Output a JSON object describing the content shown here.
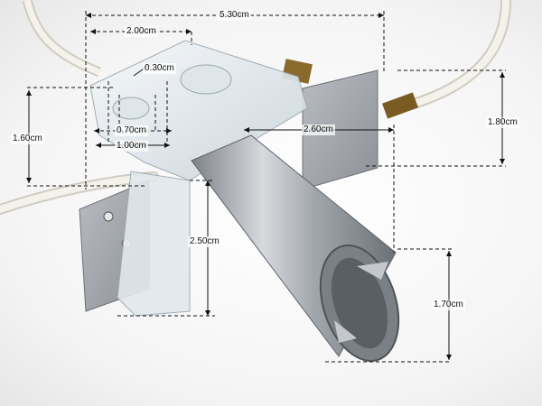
{
  "dimensions": {
    "overall_width": "5.30cm",
    "top_width": "2.00cm",
    "gap": "0.30cm",
    "hole_width": "0.70cm",
    "base_width": "1.00cm",
    "left_height": "1.60cm",
    "right_height": "1.80cm",
    "socket_length": "2.60cm",
    "bracket_height": "2.50cm",
    "socket_diameter": "1.70cm"
  },
  "colors": {
    "dimension_line": "#111111",
    "metal": "#a9adb2",
    "plastic": "#e8eef2",
    "cable": "#f2f0e8",
    "brass": "#8a6a2a"
  }
}
